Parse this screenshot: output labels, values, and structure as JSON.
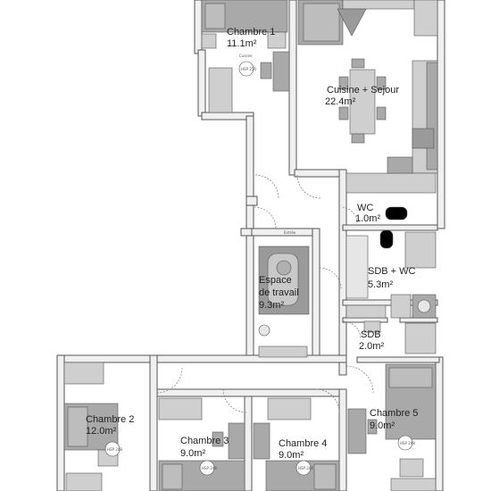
{
  "rooms": [
    {
      "id": "chambre1",
      "name": "Chambre 1",
      "area": "11.1m²"
    },
    {
      "id": "cuisine",
      "name": "Cuisine + Sejour",
      "area": "22.4m²"
    },
    {
      "id": "wc",
      "name": "WC",
      "area": "1.0m²"
    },
    {
      "id": "sdbwc",
      "name": "SDB + WC",
      "area": "5.3m²"
    },
    {
      "id": "espace",
      "name": "Espace de travail",
      "name_line1": "Espace",
      "name_line2": "de travail",
      "area": "9.3m²"
    },
    {
      "id": "sdb",
      "name": "SDB",
      "area": "2.0m²"
    },
    {
      "id": "chambre2",
      "name": "Chambre 2",
      "area": "12.0m²"
    },
    {
      "id": "chambre3",
      "name": "Chambre 3",
      "area": "9.0m²"
    },
    {
      "id": "chambre4",
      "name": "Chambre 4",
      "area": "9.0m²"
    },
    {
      "id": "chambre5",
      "name": "Chambre 5",
      "area": "9.0m²"
    }
  ],
  "fixtures": {
    "hsp_250": "HSP 250",
    "hsp_248": "HSP 248",
    "cuisine_tag": "Cuisine",
    "entree_tag": "Entrée"
  },
  "colors": {
    "wall_fill": "#f0f0f0",
    "wall_stroke": "#555555",
    "furniture": "#a9a9a9",
    "furniture_light": "#cfcfcf",
    "floor": "#ffffff"
  }
}
